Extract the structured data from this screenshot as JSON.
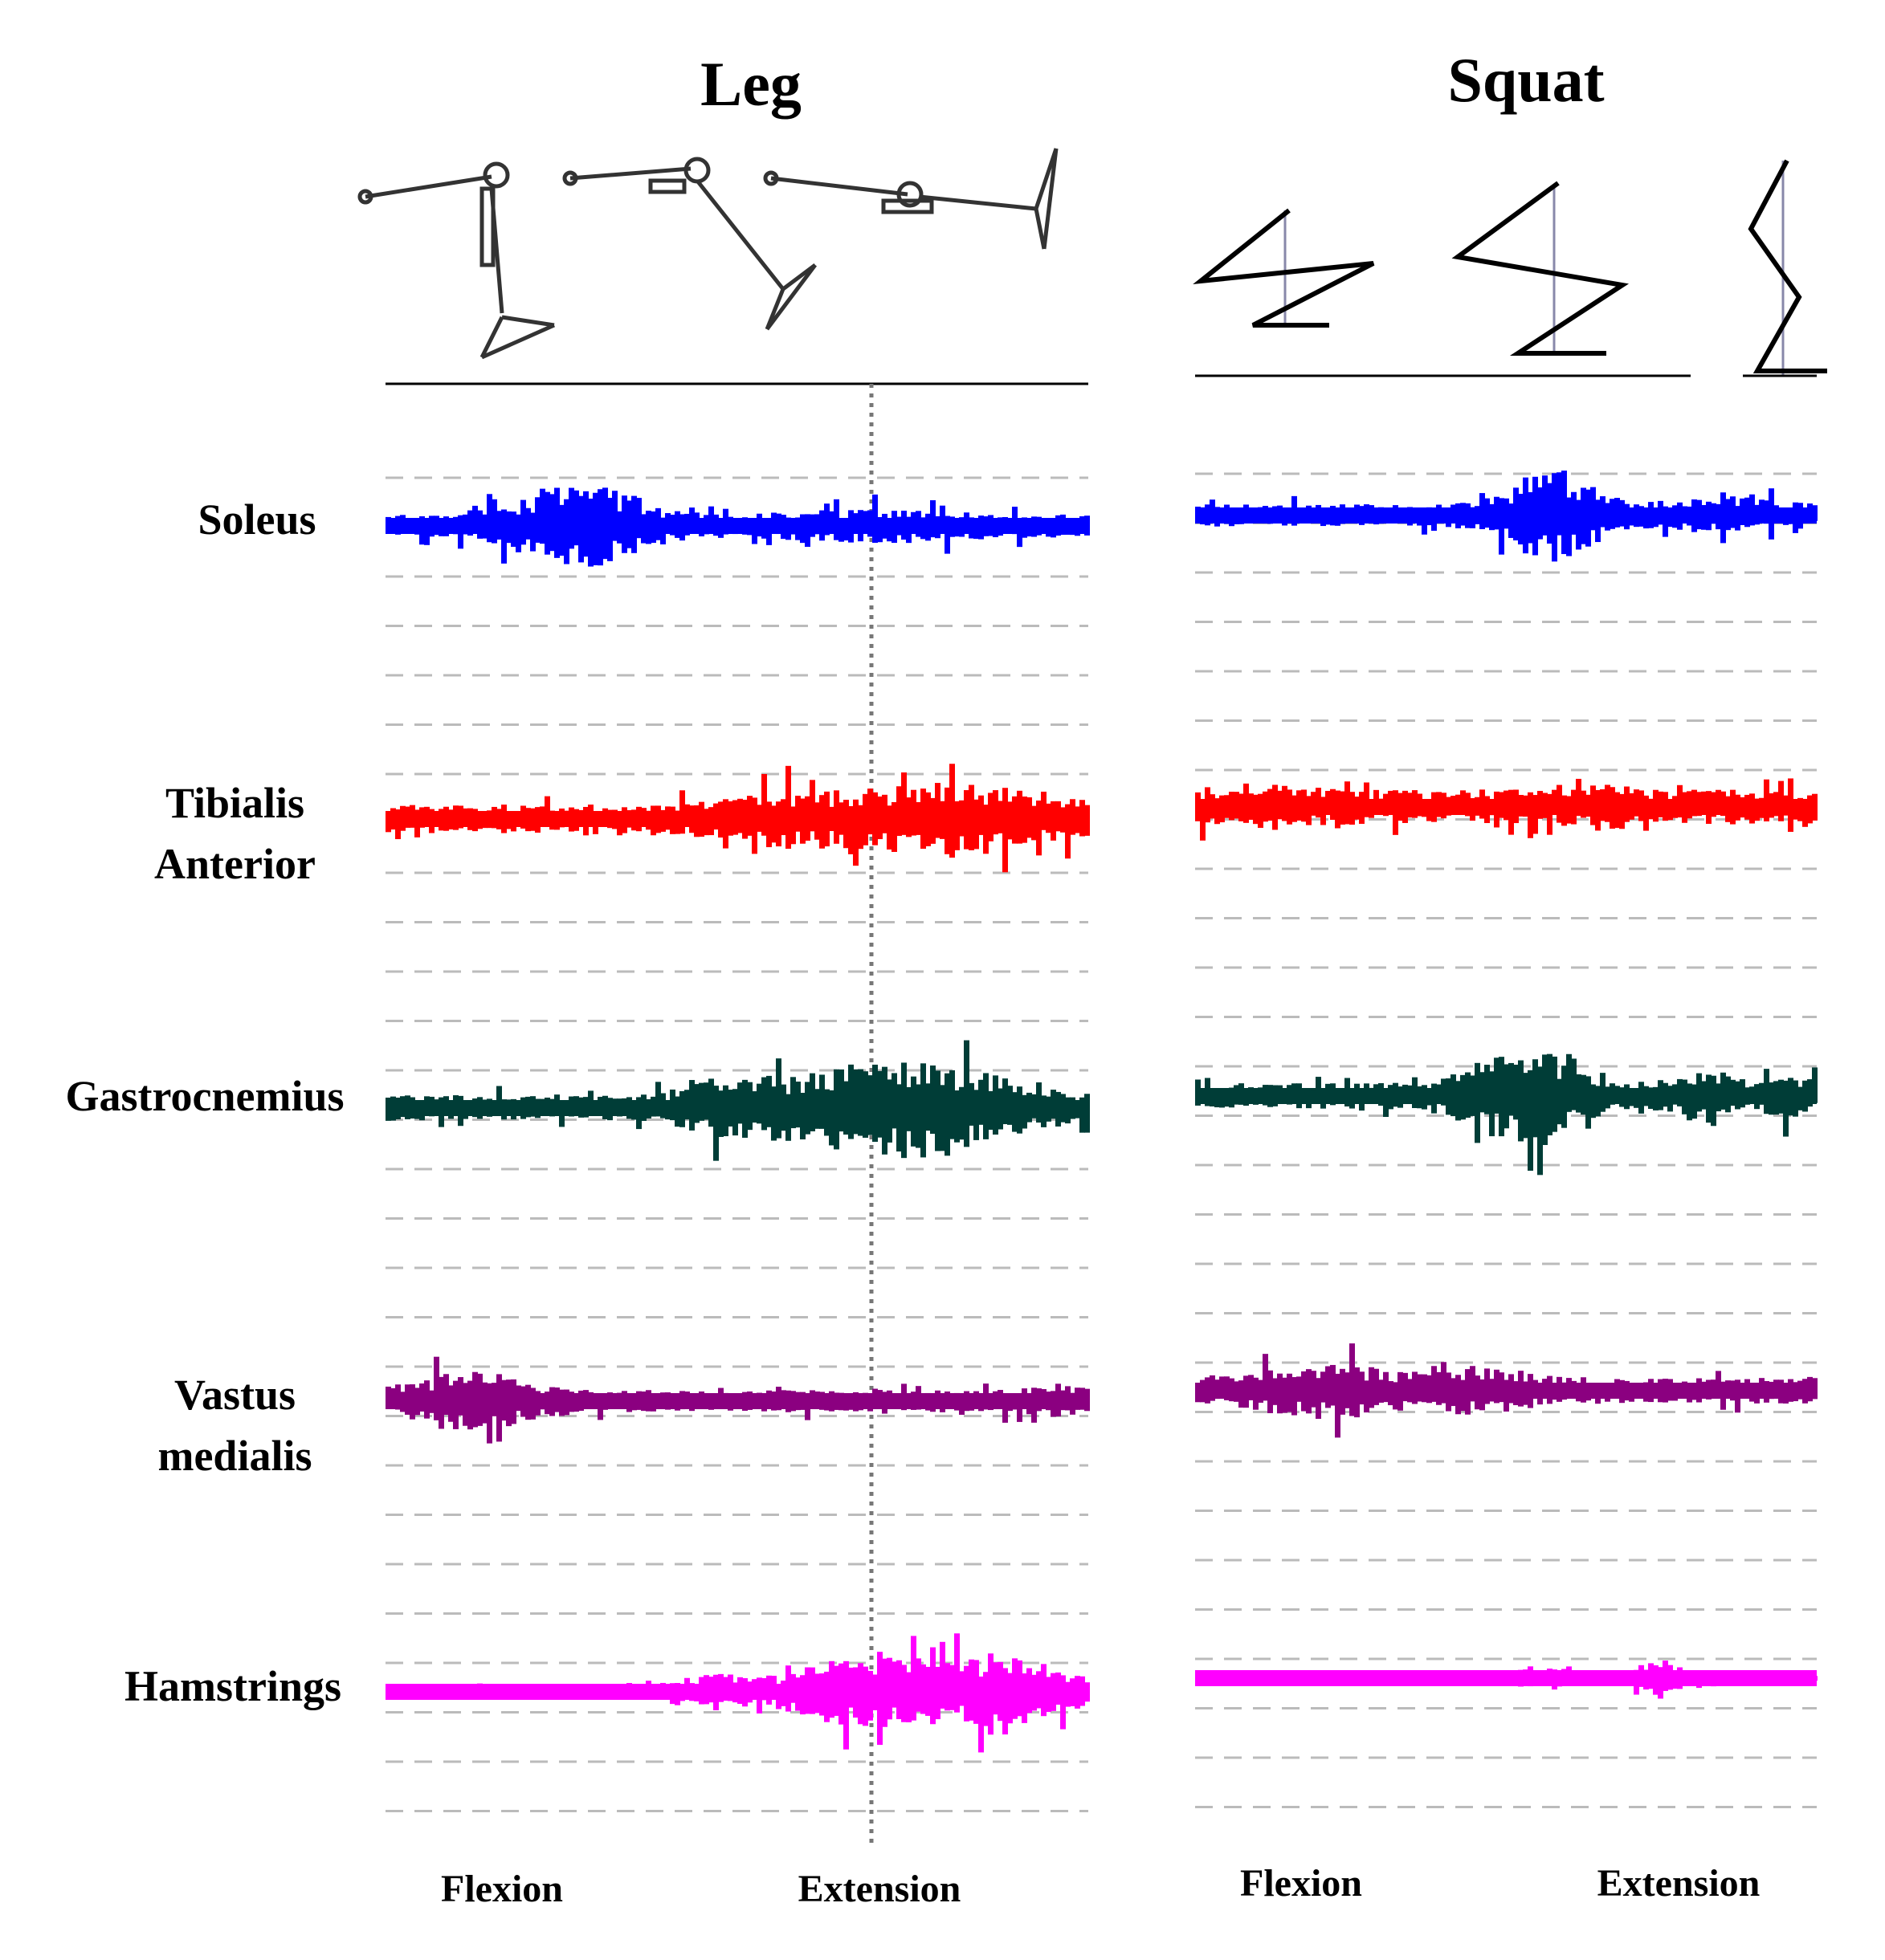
{
  "panels": [
    {
      "id": "leg",
      "title": "Leg",
      "phase_labels": [
        "Flexion",
        "Extension"
      ]
    },
    {
      "id": "squat",
      "title": "Squat",
      "phase_labels": [
        "Flexion",
        "Extension"
      ]
    }
  ],
  "muscles": [
    {
      "label": "Soleus",
      "color": "#0000ff"
    },
    {
      "label": "Tibialis\nAnterior",
      "color": "#ff0000"
    },
    {
      "label": "Gastrocnemius",
      "color": "#003d37"
    },
    {
      "label": "Vastus\nmedialis",
      "color": "#8b0080"
    },
    {
      "label": "Hamstrings",
      "color": "#ff00ff"
    }
  ]
}
